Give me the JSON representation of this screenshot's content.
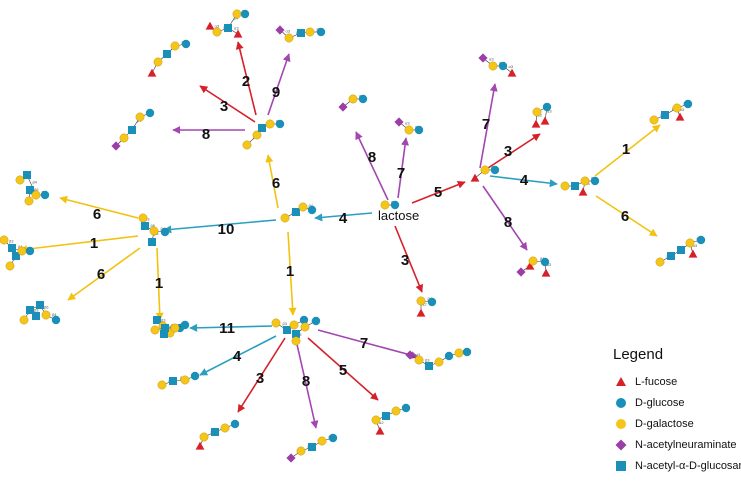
{
  "center_label": "lactose",
  "edge_numbers": [
    "1",
    "2",
    "3",
    "4",
    "5",
    "6",
    "7",
    "8",
    "9",
    "10",
    "11"
  ],
  "structure_link_labels": [
    "β4",
    "β3",
    "β6",
    "α2",
    "α3",
    "α4",
    "α6"
  ],
  "legend": {
    "title": "Legend",
    "items": [
      {
        "label": "L-fucose",
        "shape": "triangle",
        "color": "#d6202a"
      },
      {
        "label": "D-glucose",
        "shape": "circle",
        "color": "#1a8fb8"
      },
      {
        "label": "D-galactose",
        "shape": "circle",
        "color": "#f5c518"
      },
      {
        "label": "N-acetylneuraminate",
        "shape": "diamond",
        "color": "#9b3fa6"
      },
      {
        "label": "N-acetyl-α-D-glucosami",
        "shape": "square",
        "color": "#1a8fb8"
      }
    ]
  },
  "colors": {
    "fucose": "#d6202a",
    "glucose": "#1a8fb8",
    "galactose": "#f5c518",
    "neuraminate": "#9b3fa6",
    "glucosamine": "#1a8fb8",
    "arrow_fucosyl": "#d6202a",
    "arrow_galactosyl": "#f2c20f",
    "arrow_glucosaminyl": "#2a9fc0",
    "arrow_sialyl": "#a347b0"
  }
}
